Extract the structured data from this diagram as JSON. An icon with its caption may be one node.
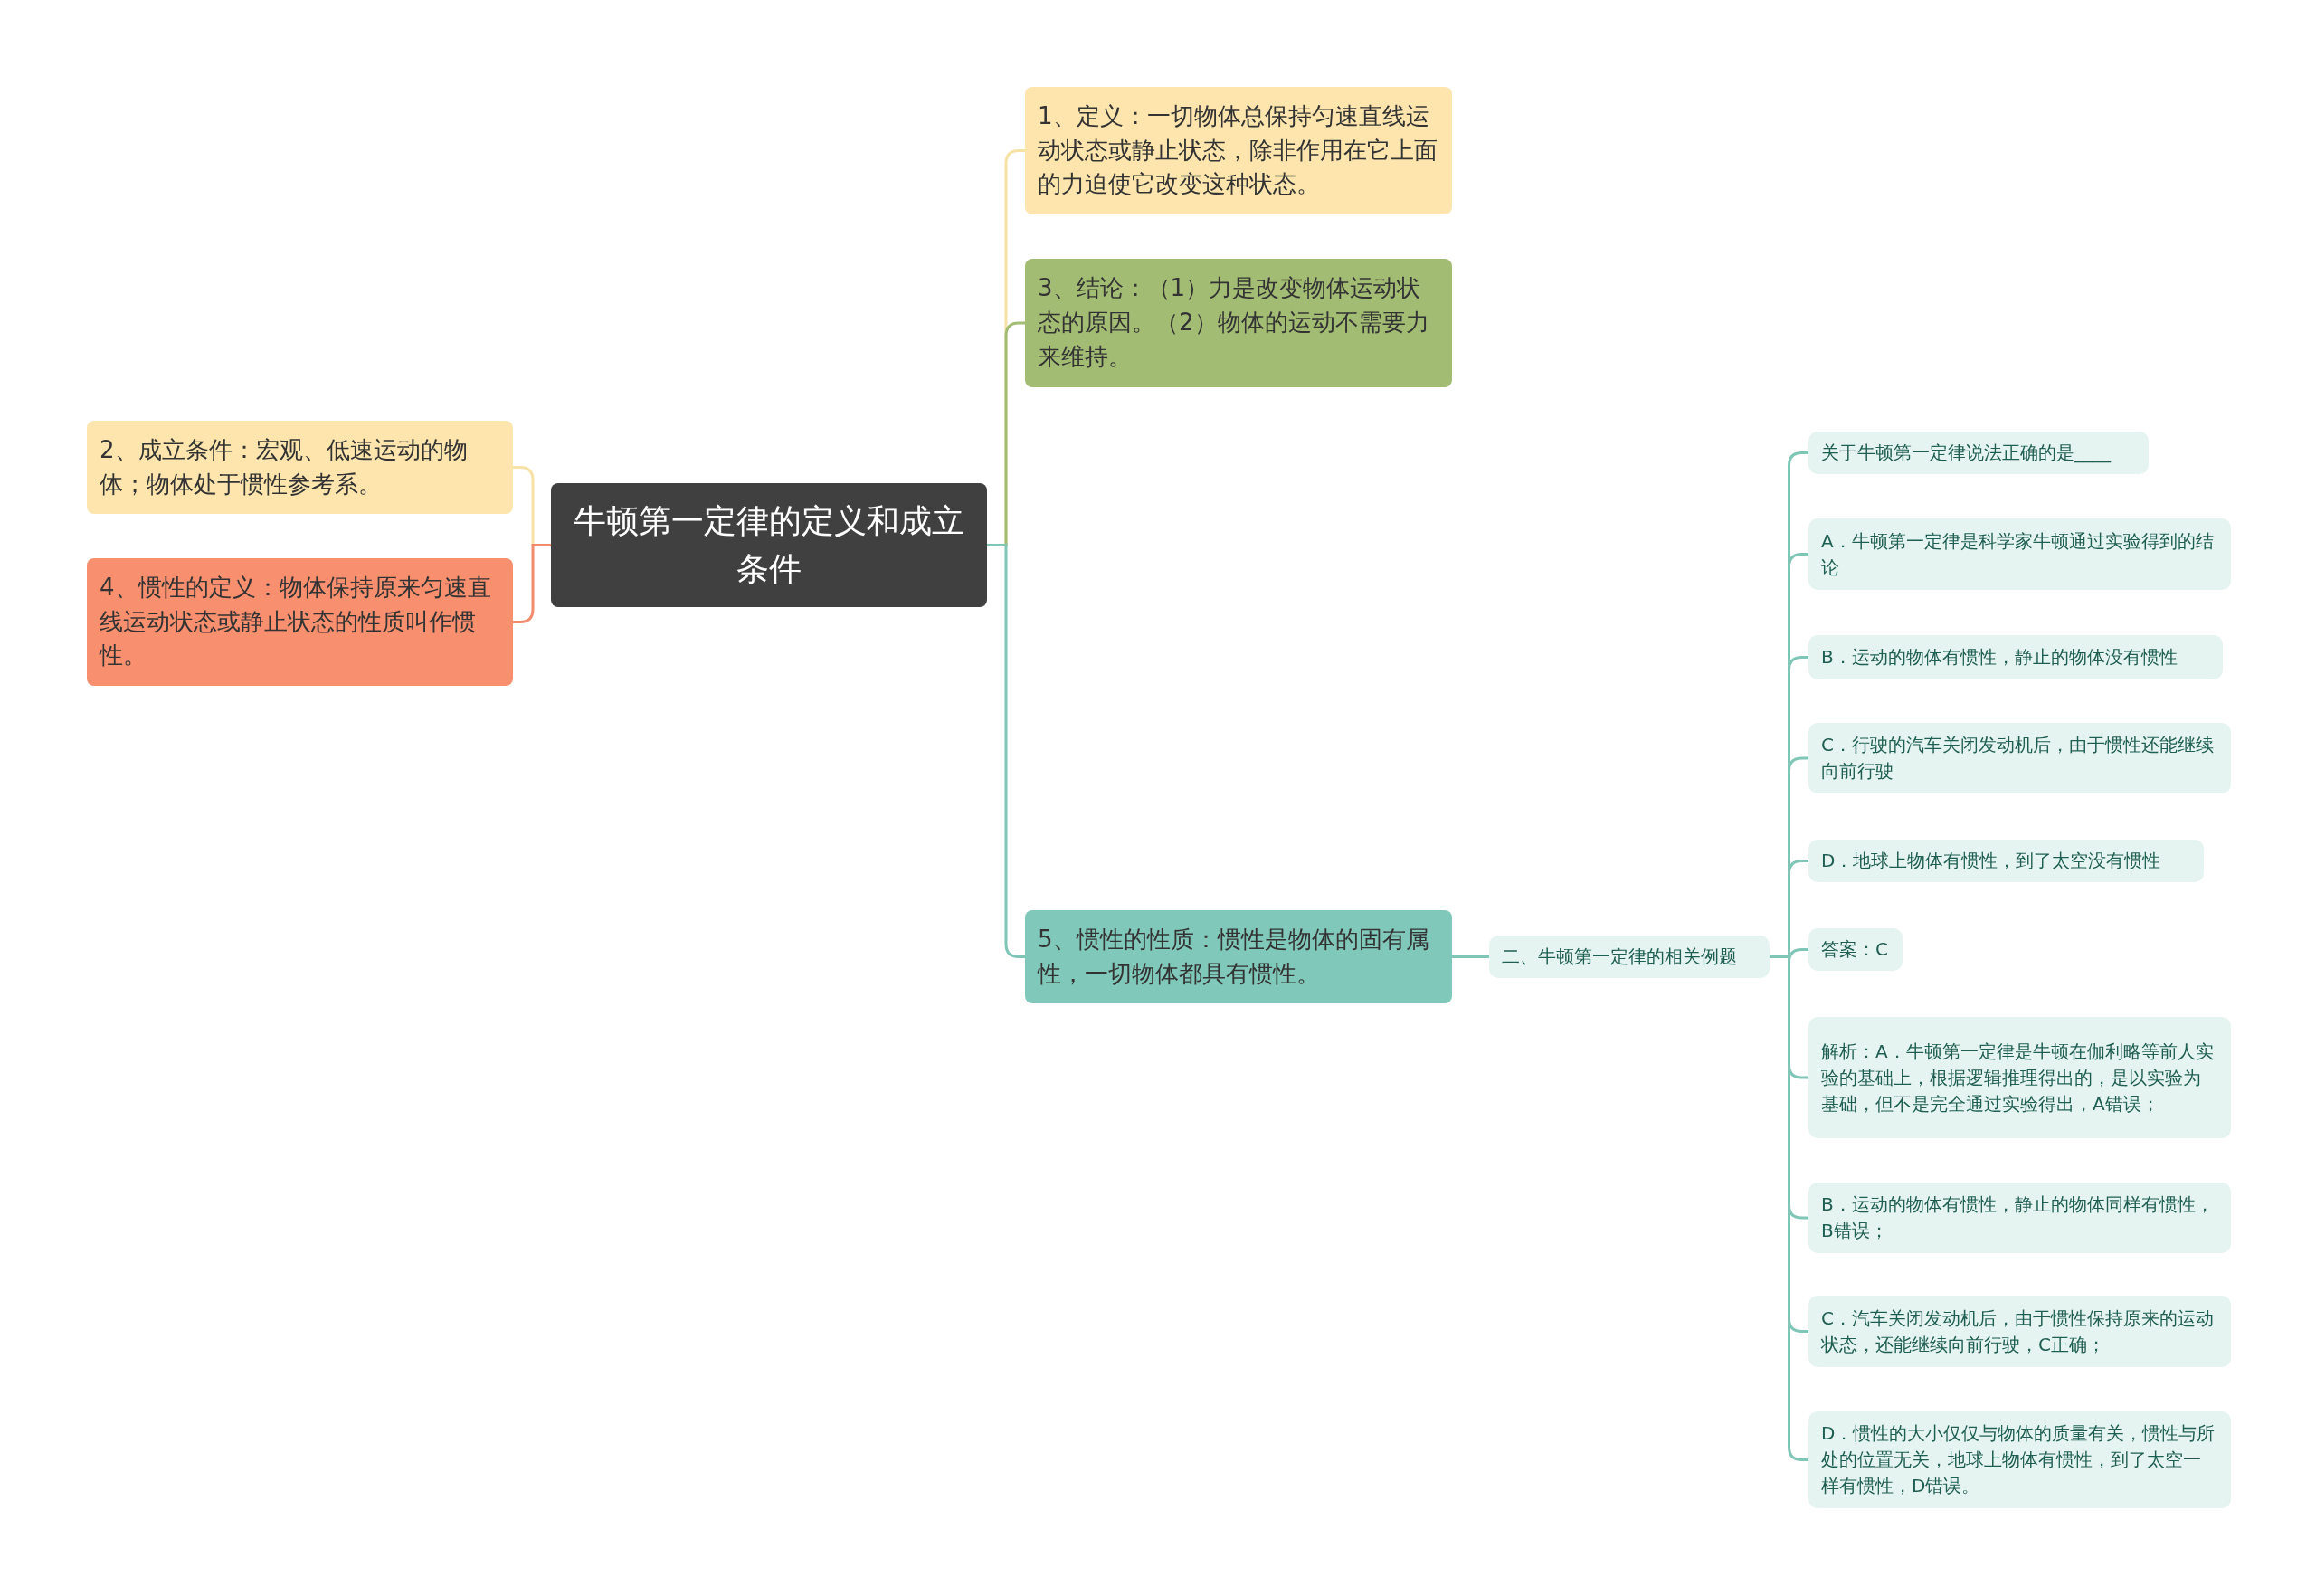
{
  "diagram": {
    "nodes": [
      {
        "text": [
          "牛顿第一定律的定义和成立条件"
        ]
      },
      {
        "text": [
          "1、定义：一切物体总保持匀速直线运动状态或静止状态，除非作用在它上面的力迫使它改变这种状态。"
        ]
      },
      {
        "text": [
          "3、结论：（1）力是改变物体运动状态的原因。（2）物体的运动不需要力来维持。"
        ]
      },
      {
        "text": [
          "2、成立条件：宏观、低速运动的物体；物体处于惯性参考系。"
        ]
      },
      {
        "text": [
          "4、惯性的定义：物体保持原来匀速直线运动状态或静止状态的性质叫作惯性。"
        ]
      },
      {
        "text": [
          "5、惯性的性质：惯性是物体的固有属性，一切物体都具有惯性。"
        ]
      },
      {
        "text": [
          "二、牛顿第一定律的相关例题"
        ]
      },
      {
        "text": [
          "关于牛顿第一定律说法正确的是____"
        ]
      },
      {
        "text": [
          "A．牛顿第一定律是科学家牛顿通过实验得到的结论"
        ]
      },
      {
        "text": [
          "B．运动的物体有惯性，静止的物体没有惯性"
        ]
      },
      {
        "text": [
          "C．行驶的汽车关闭发动机后，由于惯性还能继续向前行驶"
        ]
      },
      {
        "text": [
          "D．地球上物体有惯性，到了太空没有惯性"
        ]
      },
      {
        "text": [
          "答案：C"
        ]
      },
      {
        "text": [
          "解析：A．牛顿第一定律是牛顿在伽利略等前人实验的基础上，根据逻辑推理得出的，是以实验为基础，但不是完全通过实验得出，A错误；"
        ]
      },
      {
        "text": [
          "B．运动的物体有惯性，静止的物体同样有惯性，B错误；"
        ]
      },
      {
        "text": [
          "C．汽车关闭发动机后，由于惯性保持原来的运动状态，还能继续向前行驶，C正确；"
        ]
      },
      {
        "text": [
          "D．惯性的大小仅仅与物体的质量有关，惯性与所处的位置无关，地球上物体有惯性，到了太空一样有惯性，D错误。"
        ]
      }
    ],
    "edges": [
      {
        "from": 0,
        "to": 1,
        "arrow": "none",
        "color": "#f7e2a6"
      },
      {
        "from": 0,
        "to": 2,
        "arrow": "none",
        "color": "#a3bc74"
      },
      {
        "from": 0,
        "to": 3,
        "arrow": "none",
        "color": "#f7e2a6"
      },
      {
        "from": 0,
        "to": 4,
        "arrow": "none",
        "color": "#f38c6c"
      },
      {
        "from": 0,
        "to": 5,
        "arrow": "none"
      },
      {
        "from": 5,
        "to": 6,
        "arrow": "none"
      },
      {
        "from": 6,
        "to": 7,
        "arrow": "none"
      },
      {
        "from": 6,
        "to": 8,
        "arrow": "none"
      },
      {
        "from": 6,
        "to": 9,
        "arrow": "none"
      },
      {
        "from": 6,
        "to": 10,
        "arrow": "none"
      },
      {
        "from": 6,
        "to": 11,
        "arrow": "none"
      },
      {
        "from": 6,
        "to": 12,
        "arrow": "none"
      },
      {
        "from": 6,
        "to": 13,
        "arrow": "none"
      },
      {
        "from": 6,
        "to": 14,
        "arrow": "none"
      },
      {
        "from": 6,
        "to": 15,
        "arrow": "none"
      },
      {
        "from": 6,
        "to": 16,
        "arrow": "none"
      }
    ]
  }
}
